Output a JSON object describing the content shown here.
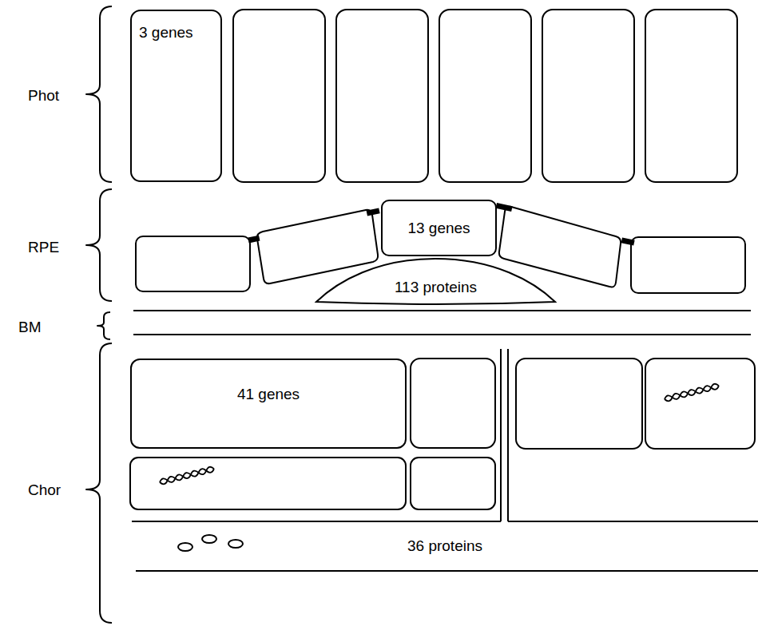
{
  "diagram": {
    "nodes": [
      {
        "text": [
          "3 genes"
        ]
      },
      {
        "text": [
          "13 genes"
        ]
      },
      {
        "text": [
          "113 proteins"
        ]
      },
      {
        "text": [
          "41 genes"
        ]
      },
      {
        "text": [
          "36 proteins"
        ]
      }
    ],
    "labels": [
      "Phot",
      "RPE",
      "BM",
      "Chor"
    ]
  }
}
